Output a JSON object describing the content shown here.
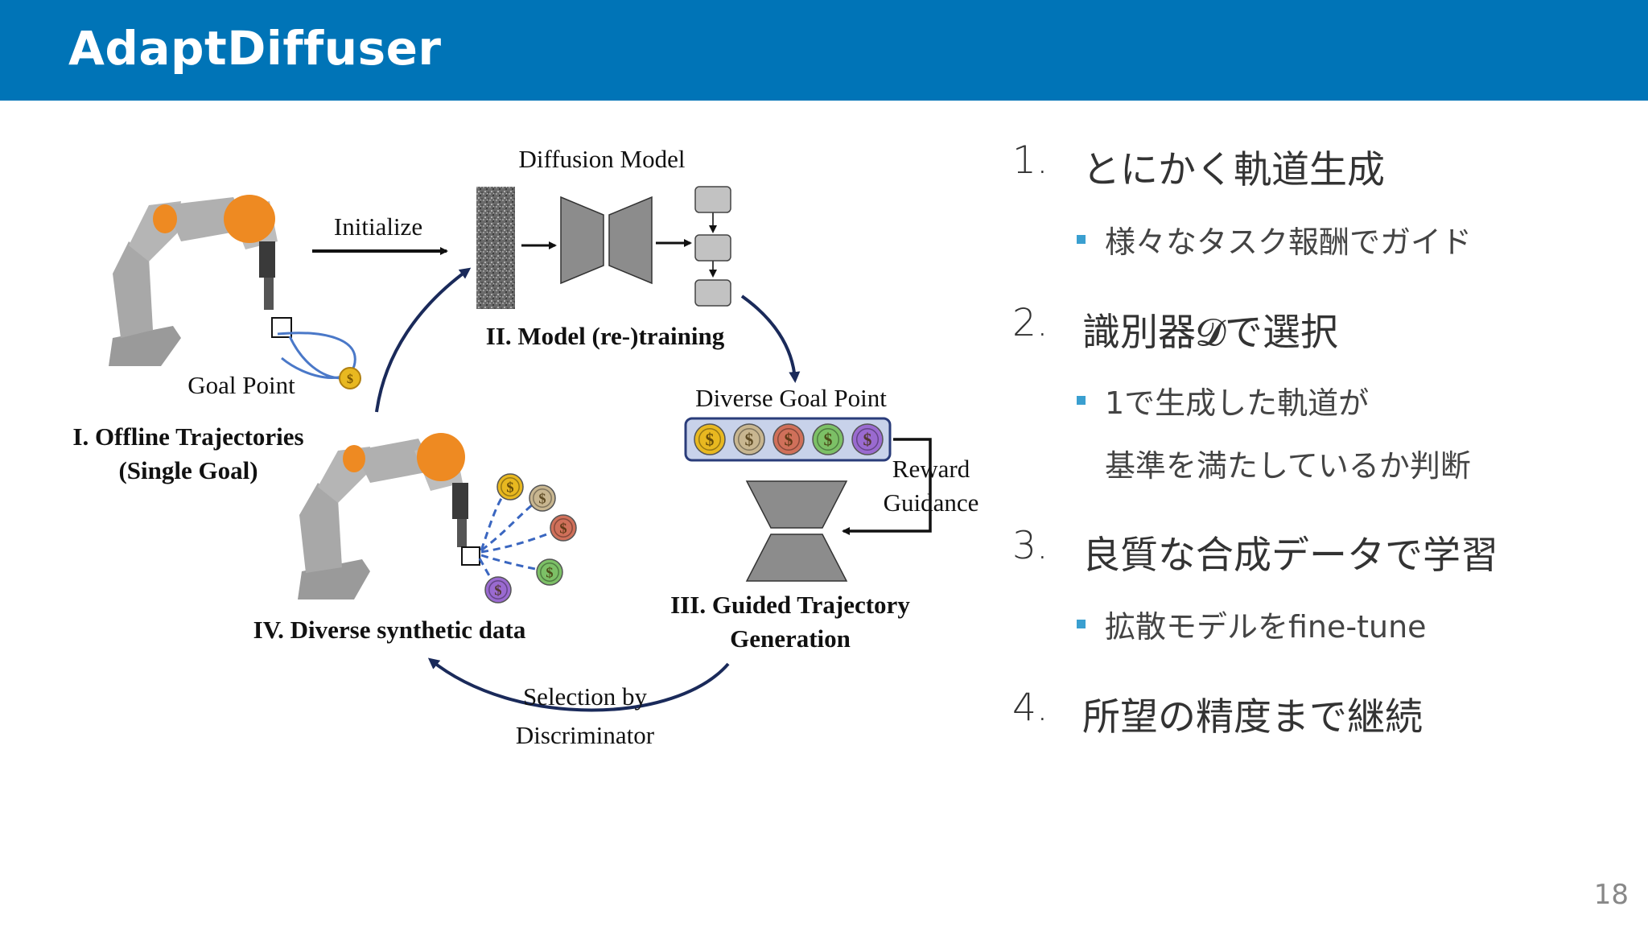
{
  "slide": {
    "title": "AdaptDiffuser",
    "page_number": "18"
  },
  "diagram": {
    "diffusion_model_label": "Diffusion Model",
    "initialize_label": "Initialize",
    "model_retraining_label": "II. Model (re-)training",
    "goal_point_label": "Goal Point",
    "offline_label_1": "I. Offline Trajectories",
    "offline_label_2": "(Single Goal)",
    "diverse_goal_label": "Diverse Goal Point",
    "reward_label_1": "Reward",
    "reward_label_2": "Guidance",
    "guided_label_1": "III. Guided Trajectory",
    "guided_label_2": "Generation",
    "diverse_synthetic_label": "IV. Diverse synthetic data",
    "selection_label_1": "Selection by",
    "selection_label_2": "Discriminator",
    "coin_symbol": "$",
    "coin_colors": [
      "#e8b820",
      "#c8b690",
      "#d0705a",
      "#7cc066",
      "#9a6ad0"
    ]
  },
  "list": [
    {
      "num": "1.",
      "text": "とにかく軌道生成",
      "subs": [
        "様々なタスク報酬でガイド"
      ]
    },
    {
      "num": "2.",
      "text": "識別器𝓓で選択",
      "subs": [
        "1で生成した軌道が",
        "基準を満たしているか判断"
      ]
    },
    {
      "num": "3.",
      "text": "良質な合成データで学習",
      "subs": [
        "拡散モデルをfine-tune"
      ]
    },
    {
      "num": "4.",
      "text": "所望の精度まで継続",
      "subs": []
    }
  ]
}
